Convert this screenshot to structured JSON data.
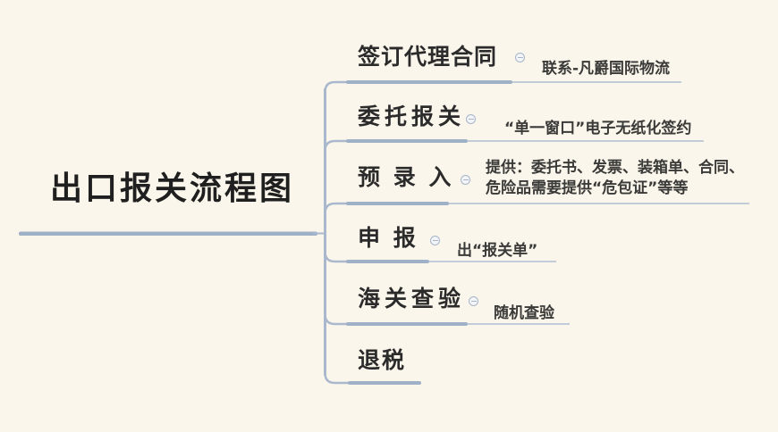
{
  "app": {
    "type": "mindmap-canvas"
  },
  "colors": {
    "background": "#FBF6EB",
    "line_thick": "#9FB1C6",
    "line_thin": "#B4C1D3",
    "connector": "#A9B8CC",
    "title_text": "#1F1F1F",
    "topic_text": "#2B2B2B",
    "note_text": "#3A3A38",
    "icon_stroke": "#A6B5C9",
    "icon_fill": "#F3F5F8"
  },
  "root": {
    "title": "出口报关流程图"
  },
  "branches": [
    {
      "topic": "签订代理合同",
      "note_lines": [
        "联系-凡爵国际物流"
      ],
      "collapse_icon": "minus-circle"
    },
    {
      "topic": "委托报关",
      "note_lines": [
        "“单一窗口”电子无纸化签约"
      ],
      "collapse_icon": "minus-circle"
    },
    {
      "topic": "预 录 入",
      "note_lines": [
        "提供：委托书、发票、装箱单、合同、",
        "危险品需要提供“危包证”等等"
      ],
      "collapse_icon": "minus-circle"
    },
    {
      "topic": "申 报",
      "note_lines": [
        "出“报关单”"
      ],
      "collapse_icon": "minus-circle"
    },
    {
      "topic": "海关查验",
      "note_lines": [
        "随机查验"
      ],
      "collapse_icon": "minus-circle"
    },
    {
      "topic": "退税",
      "note_lines": [],
      "collapse_icon": null
    }
  ]
}
